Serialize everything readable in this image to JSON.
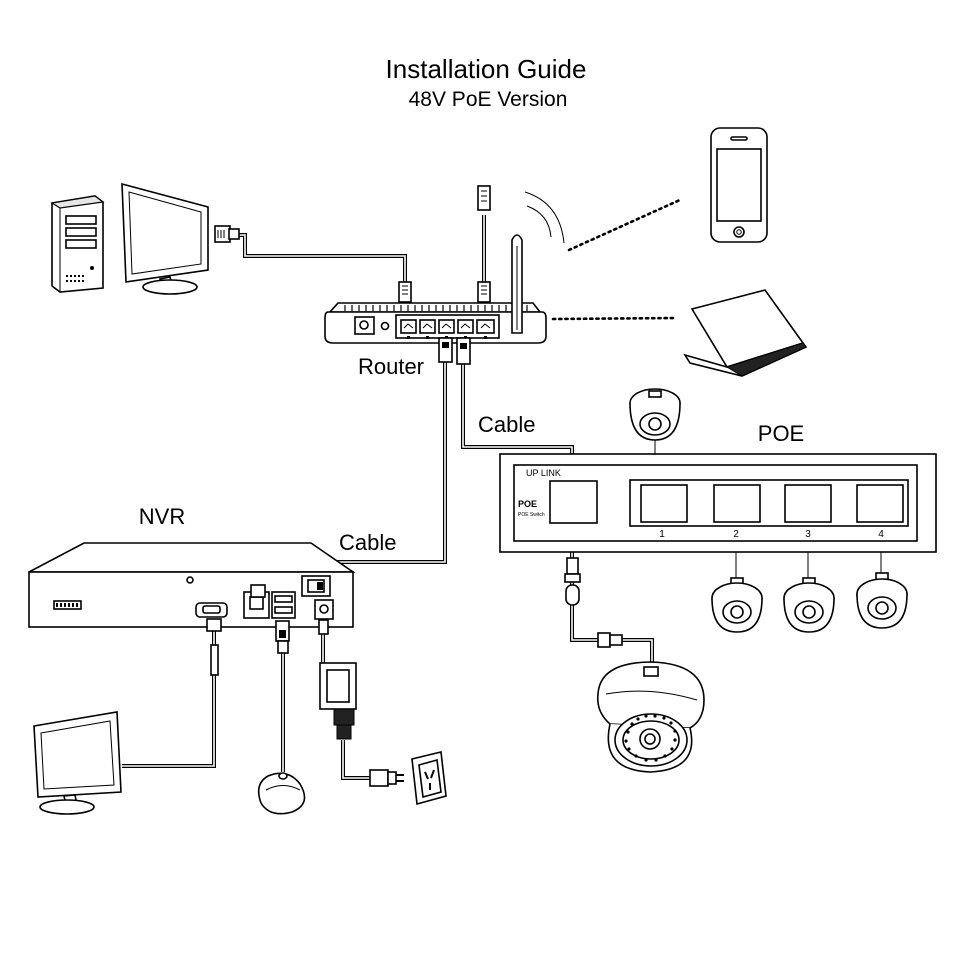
{
  "header": {
    "title": "Installation Guide",
    "subtitle": "48V PoE Version"
  },
  "labels": {
    "router": "Router",
    "nvr": "NVR",
    "poe": "POE",
    "cable_router_poe": "Cable",
    "cable_nvr_router": "Cable"
  },
  "poe_switch": {
    "uplink_label": "UP LINK",
    "brand_label": "POE",
    "brand_sub": "POE Switch",
    "ports": [
      "1",
      "2",
      "3",
      "4"
    ]
  }
}
